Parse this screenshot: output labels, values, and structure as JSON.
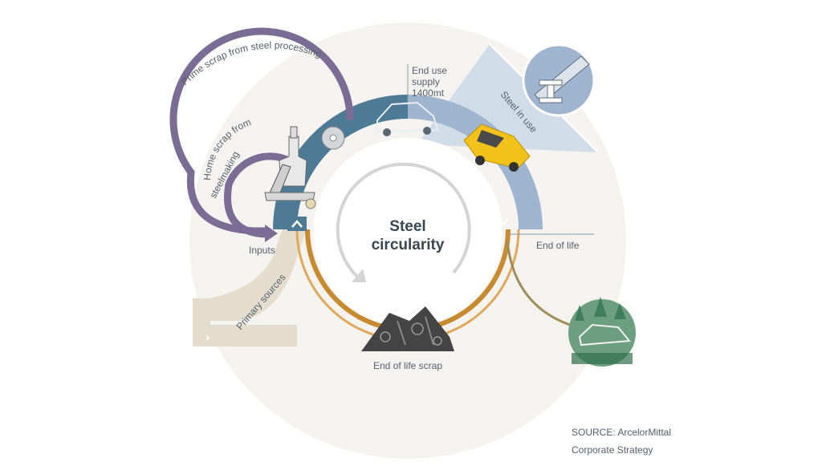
{
  "center": {
    "line1": "Steel",
    "line2": "circularity"
  },
  "labels": {
    "prime_scrap": "Prime scrap from steel processing",
    "home_scrap_1": "Home scrap from",
    "home_scrap_2": "steelmaking",
    "end_use_1": "End use",
    "end_use_2": "supply",
    "end_use_3": "1400mt",
    "steel_in_use": "Steel in use",
    "end_of_life": "End of life",
    "inputs": "Inputs",
    "primary_sources": "Primary sources",
    "end_of_life_scrap": "End of life scrap"
  },
  "source": {
    "line1": "SOURCE: ArcelorMittal",
    "line2": "Corporate Strategy"
  },
  "colors": {
    "outer_disc": "#f5f3ef",
    "blue_ring": "#4d7b95",
    "light_blue_ring": "#9fb5cf",
    "orange_ring": "#c88a2f",
    "purple_arrow": "#7b6c96",
    "primary_band": "#e4dccd",
    "forest": "#2f6f4c",
    "inner_arrow": "#d4d4d4"
  }
}
